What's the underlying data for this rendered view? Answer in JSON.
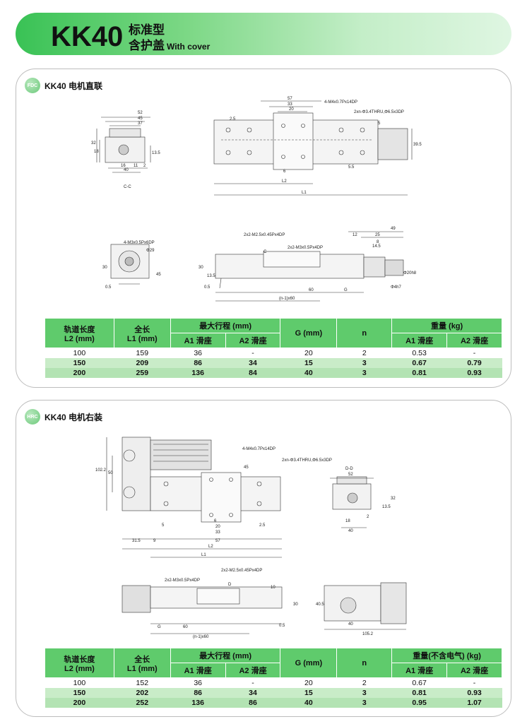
{
  "header": {
    "model": "KK40",
    "type_cn": "标准型",
    "cover_cn": "含护盖",
    "cover_en": "With cover"
  },
  "section1": {
    "badge": "FDC",
    "title": "KK40 电机直联",
    "drawing_labels": {
      "cc": "C-C",
      "d52": "52",
      "d45": "45",
      "d37": "37",
      "d32": "32",
      "d18": "18",
      "d16": "16",
      "d11": "11",
      "d2": "2",
      "d13_5": "13.5",
      "d40": "40",
      "d57": "57",
      "d33": "33",
      "d20": "20",
      "d25": "2.5",
      "m4": "4-M4x0.7Px14DP",
      "thru": "2xn-Φ3.4THRU,Φ6.5x3DP",
      "d5": "5",
      "d39_5": "39.5",
      "d6": "6",
      "d5_5": "5.5",
      "l2": "L2",
      "l1": "L1",
      "m3": "4-M3x0.5Px6DP",
      "phi29": "Φ29",
      "d30": "30",
      "d0_5": "0.5",
      "d45s": "45",
      "m25": "2x2-M2.5x0.45Px4DP",
      "m3b": "2x2-M3x0.5Px4DP",
      "c": "C",
      "d13_5b": "13.5",
      "d60": "60",
      "g": "G",
      "n60": "(n-1)x60",
      "d49": "49",
      "d12": "12",
      "d25b": "25",
      "d8": "8",
      "d14_5": "14.5",
      "phi20": "Φ20h8",
      "phi4": "Φ4h7"
    },
    "table": {
      "headers": [
        "轨道长度\nL2 (mm)",
        "全长\nL1 (mm)",
        "最大行程 (mm)",
        "G (mm)",
        "n",
        "重量 (kg)"
      ],
      "sub": [
        "A1 滑座",
        "A2 滑座",
        "A1 滑座",
        "A2 滑座"
      ],
      "rows": [
        [
          "100",
          "159",
          "36",
          "-",
          "20",
          "2",
          "0.53",
          "-"
        ],
        [
          "150",
          "209",
          "86",
          "34",
          "15",
          "3",
          "0.67",
          "0.79"
        ],
        [
          "200",
          "259",
          "136",
          "84",
          "40",
          "3",
          "0.81",
          "0.93"
        ]
      ]
    }
  },
  "section2": {
    "badge": "HRC",
    "title": "KK40 电机右装",
    "drawing_labels": {
      "d102": "102.2",
      "d50": "50",
      "m4": "4-M4x0.7Px14DP",
      "thru": "2xn-Φ3.4THRU,Φ6.5x3DP",
      "d45": "45",
      "dd": "D-D",
      "d52": "52",
      "d32": "32",
      "d13_5": "13.5",
      "d18": "18",
      "d2": "2",
      "d40": "40",
      "d5": "5",
      "d6": "6",
      "d20": "20",
      "d2_5": "2.5",
      "d31_5": "31.5",
      "d9": "9",
      "d33": "33",
      "d57": "57",
      "l2": "L2",
      "l1": "L1",
      "m3": "2x2-M3x0.5Px4DP",
      "m25": "2x2-M2.5x0.45Px4DP",
      "d": "D",
      "d10": "10",
      "d30": "30",
      "g": "G",
      "d60": "60",
      "d0_5": "0.5",
      "n60": "(n-1)x60",
      "d40_5": "40.5",
      "d40b": "40",
      "d105": "105.2"
    },
    "table": {
      "headers": [
        "轨道长度\nL2 (mm)",
        "全长\nL1 (mm)",
        "最大行程 (mm)",
        "G (mm)",
        "n",
        "重量(不含电气) (kg)"
      ],
      "sub": [
        "A1 滑座",
        "A2 滑座",
        "A1 滑座",
        "A2 滑座"
      ],
      "rows": [
        [
          "100",
          "152",
          "36",
          "-",
          "20",
          "2",
          "0.67",
          "-"
        ],
        [
          "150",
          "202",
          "86",
          "34",
          "15",
          "3",
          "0.81",
          "0.93"
        ],
        [
          "200",
          "252",
          "136",
          "86",
          "40",
          "3",
          "0.95",
          "1.07"
        ]
      ]
    }
  }
}
